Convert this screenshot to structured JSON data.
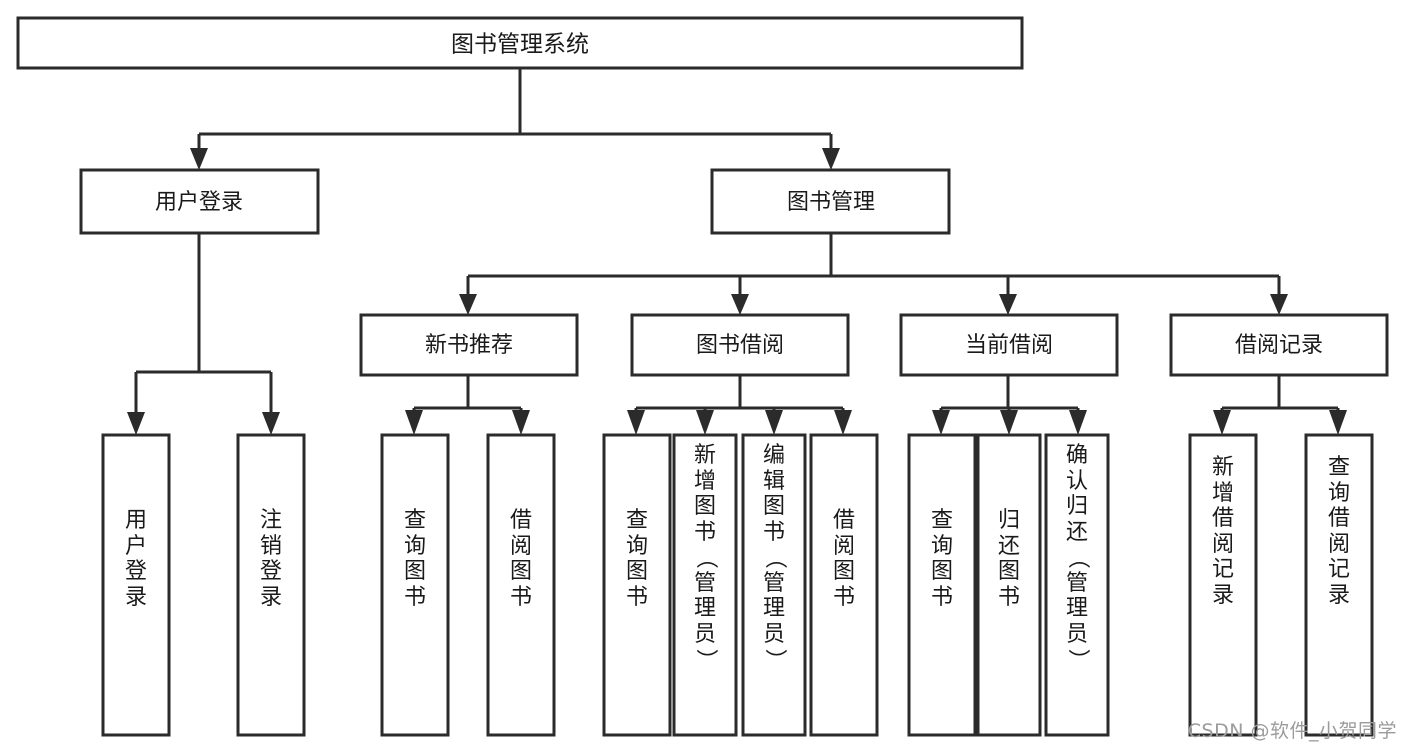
{
  "diagram": {
    "title": "图书管理系统",
    "type": "tree",
    "watermark": "CSDN @软件_小贺同学",
    "root": {
      "id": "root",
      "label": "图书管理系统",
      "orientation": "horizontal"
    },
    "level2": [
      {
        "id": "user-login",
        "label": "用户登录",
        "orientation": "horizontal"
      },
      {
        "id": "book-manage",
        "label": "图书管理",
        "orientation": "horizontal"
      }
    ],
    "level3": [
      {
        "id": "new-book-recommend",
        "label": "新书推荐",
        "parent": "book-manage",
        "orientation": "horizontal"
      },
      {
        "id": "book-borrow",
        "label": "图书借阅",
        "parent": "book-manage",
        "orientation": "horizontal"
      },
      {
        "id": "current-borrow",
        "label": "当前借阅",
        "parent": "book-manage",
        "orientation": "horizontal"
      },
      {
        "id": "borrow-record",
        "label": "借阅记录",
        "parent": "book-manage",
        "orientation": "horizontal"
      }
    ],
    "leaves": [
      {
        "id": "leaf-user-login",
        "label": "用户登录",
        "parent": "user-login",
        "orientation": "vertical"
      },
      {
        "id": "leaf-logout-login",
        "label": "注销登录",
        "parent": "user-login",
        "orientation": "vertical"
      },
      {
        "id": "leaf-query-book-1",
        "label": "查询图书",
        "parent": "new-book-recommend",
        "orientation": "vertical"
      },
      {
        "id": "leaf-borrow-book-1",
        "label": "借阅图书",
        "parent": "new-book-recommend",
        "orientation": "vertical"
      },
      {
        "id": "leaf-query-book-2",
        "label": "查询图书",
        "parent": "book-borrow",
        "orientation": "vertical"
      },
      {
        "id": "leaf-add-book",
        "label": "新增图书（管理员）",
        "parent": "book-borrow",
        "orientation": "vertical"
      },
      {
        "id": "leaf-edit-book",
        "label": "编辑图书（管理员）",
        "parent": "book-borrow",
        "orientation": "vertical"
      },
      {
        "id": "leaf-borrow-book-2",
        "label": "借阅图书",
        "parent": "book-borrow",
        "orientation": "vertical"
      },
      {
        "id": "leaf-query-book-3",
        "label": "查询图书",
        "parent": "current-borrow",
        "orientation": "vertical"
      },
      {
        "id": "leaf-return-book",
        "label": "归还图书",
        "parent": "current-borrow",
        "orientation": "vertical"
      },
      {
        "id": "leaf-confirm-return",
        "label": "确认归还（管理员）",
        "parent": "current-borrow",
        "orientation": "vertical"
      },
      {
        "id": "leaf-add-record",
        "label": "新增借阅记录",
        "parent": "borrow-record",
        "orientation": "vertical"
      },
      {
        "id": "leaf-query-record",
        "label": "查询借阅记录",
        "parent": "borrow-record",
        "orientation": "vertical"
      }
    ],
    "colors": {
      "box_stroke": "#2b2b2b",
      "box_fill": "#ffffff",
      "text": "#1a1a1a",
      "watermark": "#9b9b9b",
      "background": "#ffffff"
    }
  }
}
